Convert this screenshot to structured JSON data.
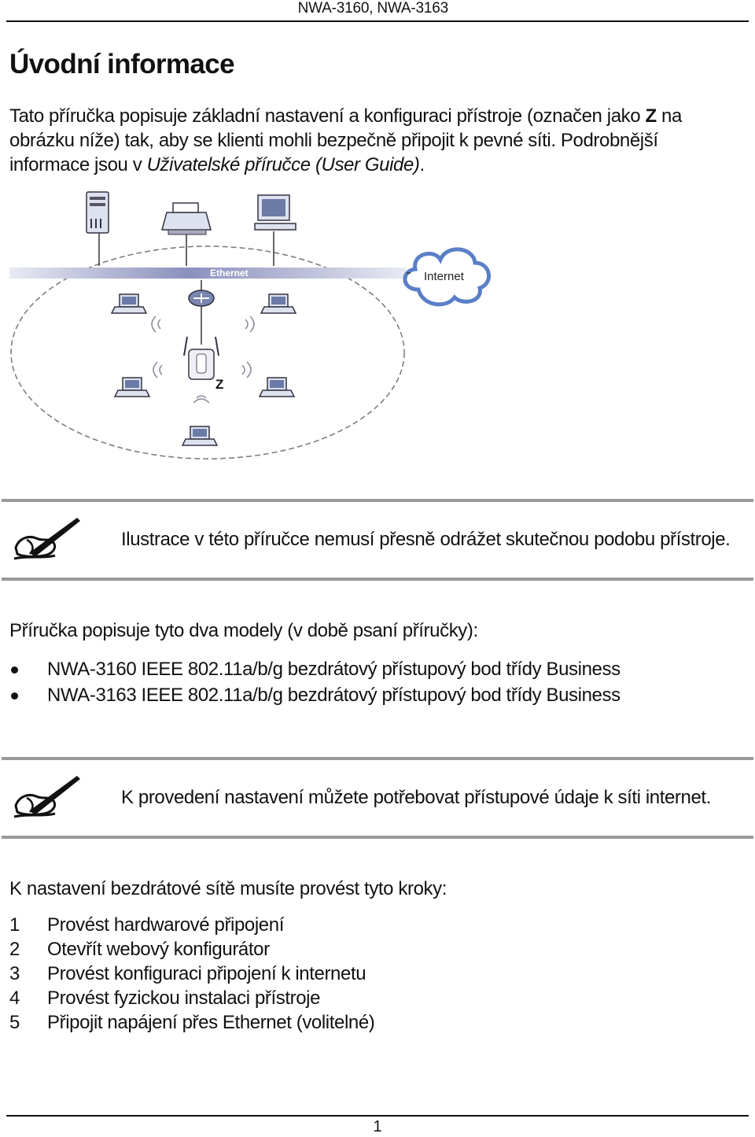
{
  "header": {
    "models": "NWA-3160, NWA-3163"
  },
  "title": "Úvodní informace",
  "intro": {
    "part1": "Tato příručka popisuje základní nastavení a konfiguraci přístroje (označen jako ",
    "bold": "Z",
    "part2": " na obrázku níže) tak, aby se klienti mohli bezpečně připojit k pevné síti. Podrobnější informace jsou v ",
    "italic": "Uživatelské příručce (User Guide)",
    "part3": "."
  },
  "diagram": {
    "ethernet_label": "Ethernet",
    "internet_label": "Internet",
    "device_label": "Z"
  },
  "note1": {
    "icon": "pen-note-icon",
    "text": "Ilustrace v této příručce nemusí přesně odrážet skutečnou podobu přístroje."
  },
  "models_intro": "Příručka popisuje tyto dva modely (v době psaní příručky):",
  "models": [
    "NWA-3160 IEEE 802.11a/b/g bezdrátový přístupový bod třídy Business",
    "NWA-3163 IEEE 802.11a/b/g bezdrátový přístupový bod třídy Business"
  ],
  "note2": {
    "icon": "pen-note-icon",
    "text": "K provedení nastavení můžete potřebovat přístupové údaje k síti internet."
  },
  "steps_intro": "K nastavení bezdrátové sítě musíte provést tyto kroky:",
  "steps": [
    {
      "num": "1",
      "text": "Provést hardwarové připojení"
    },
    {
      "num": "2",
      "text": "Otevřít webový konfigurátor"
    },
    {
      "num": "3",
      "text": "Provést konfiguraci připojení k internetu"
    },
    {
      "num": "4",
      "text": "Provést fyzickou instalaci přístroje"
    },
    {
      "num": "5",
      "text": "Připojit napájení přes Ethernet (volitelné)"
    }
  ],
  "footer": {
    "page": "1"
  }
}
